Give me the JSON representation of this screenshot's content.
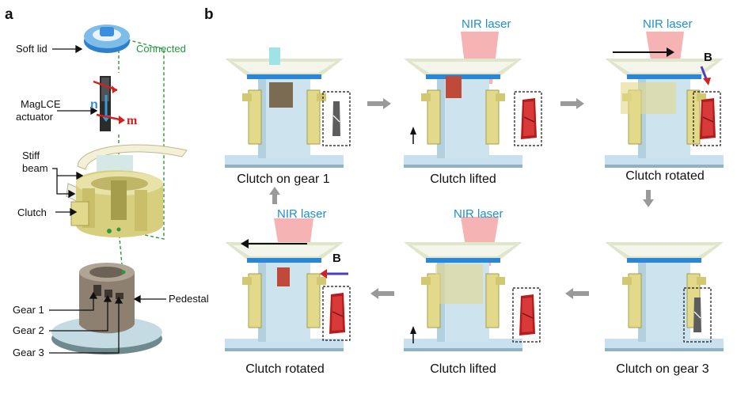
{
  "panels": {
    "a": "a",
    "b": "b"
  },
  "panel_a": {
    "soft_lid": "Soft lid",
    "connected": "Connected",
    "maglce_line1": "MagLCE",
    "maglce_line2": "actuator",
    "n_symbol": "n",
    "m_symbol": "m",
    "stiff_line1": "Stiff",
    "stiff_line2": "beam",
    "clutch": "Clutch",
    "pedestal": "Pedestal",
    "gear1": "Gear 1",
    "gear2": "Gear 2",
    "gear3": "Gear 3"
  },
  "panel_b": {
    "captions": [
      "Clutch on gear 1",
      "Clutch lifted",
      "Clutch rotated",
      "Clutch on gear 3",
      "Clutch lifted",
      "Clutch rotated"
    ],
    "laser": "NIR laser",
    "b_field": "B"
  },
  "colors": {
    "clutch_yellow": "#e3d98a",
    "pedestal_blue": "#c9e1ee",
    "laser_red": "#f2a0a0",
    "lid_blue": "#2a86d6",
    "arrow_grey": "#9a9a9a",
    "connected_green": "#2a9a3a"
  }
}
